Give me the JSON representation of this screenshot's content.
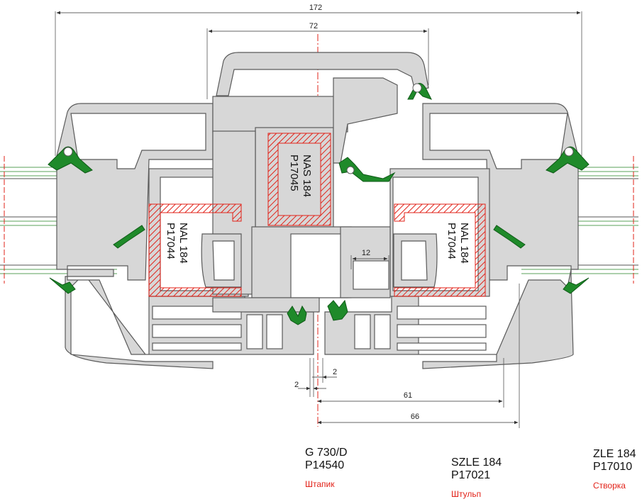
{
  "colors": {
    "profile_fill": "#d7d7d7",
    "profile_stroke": "#5a5a5a",
    "seal": "#1f8a2a",
    "reinforcement": "#e2231a",
    "centerline": "#e2231a",
    "glass_edge": "#5aa05a"
  },
  "dimensions": {
    "overall_width": "172",
    "mullion_width": "72",
    "rebate": "12",
    "gap_left": "2",
    "gap_right": "2",
    "sash_inner": "61",
    "sash_outer": "66"
  },
  "reinforcements": {
    "center": {
      "name": "NAS 184",
      "code": "P17045"
    },
    "left": {
      "name": "NAL 184",
      "code": "P17044"
    },
    "right": {
      "name": "NAL 184",
      "code": "P17044"
    }
  },
  "parts": [
    {
      "model": "G 730/D",
      "code": "P14540",
      "name_ru": "Штапик"
    },
    {
      "model": "SZLE 184",
      "code": "P17021",
      "name_ru": "Штульп"
    },
    {
      "model": "ZLE 184",
      "code": "P17010",
      "name_ru": "Створка"
    }
  ]
}
